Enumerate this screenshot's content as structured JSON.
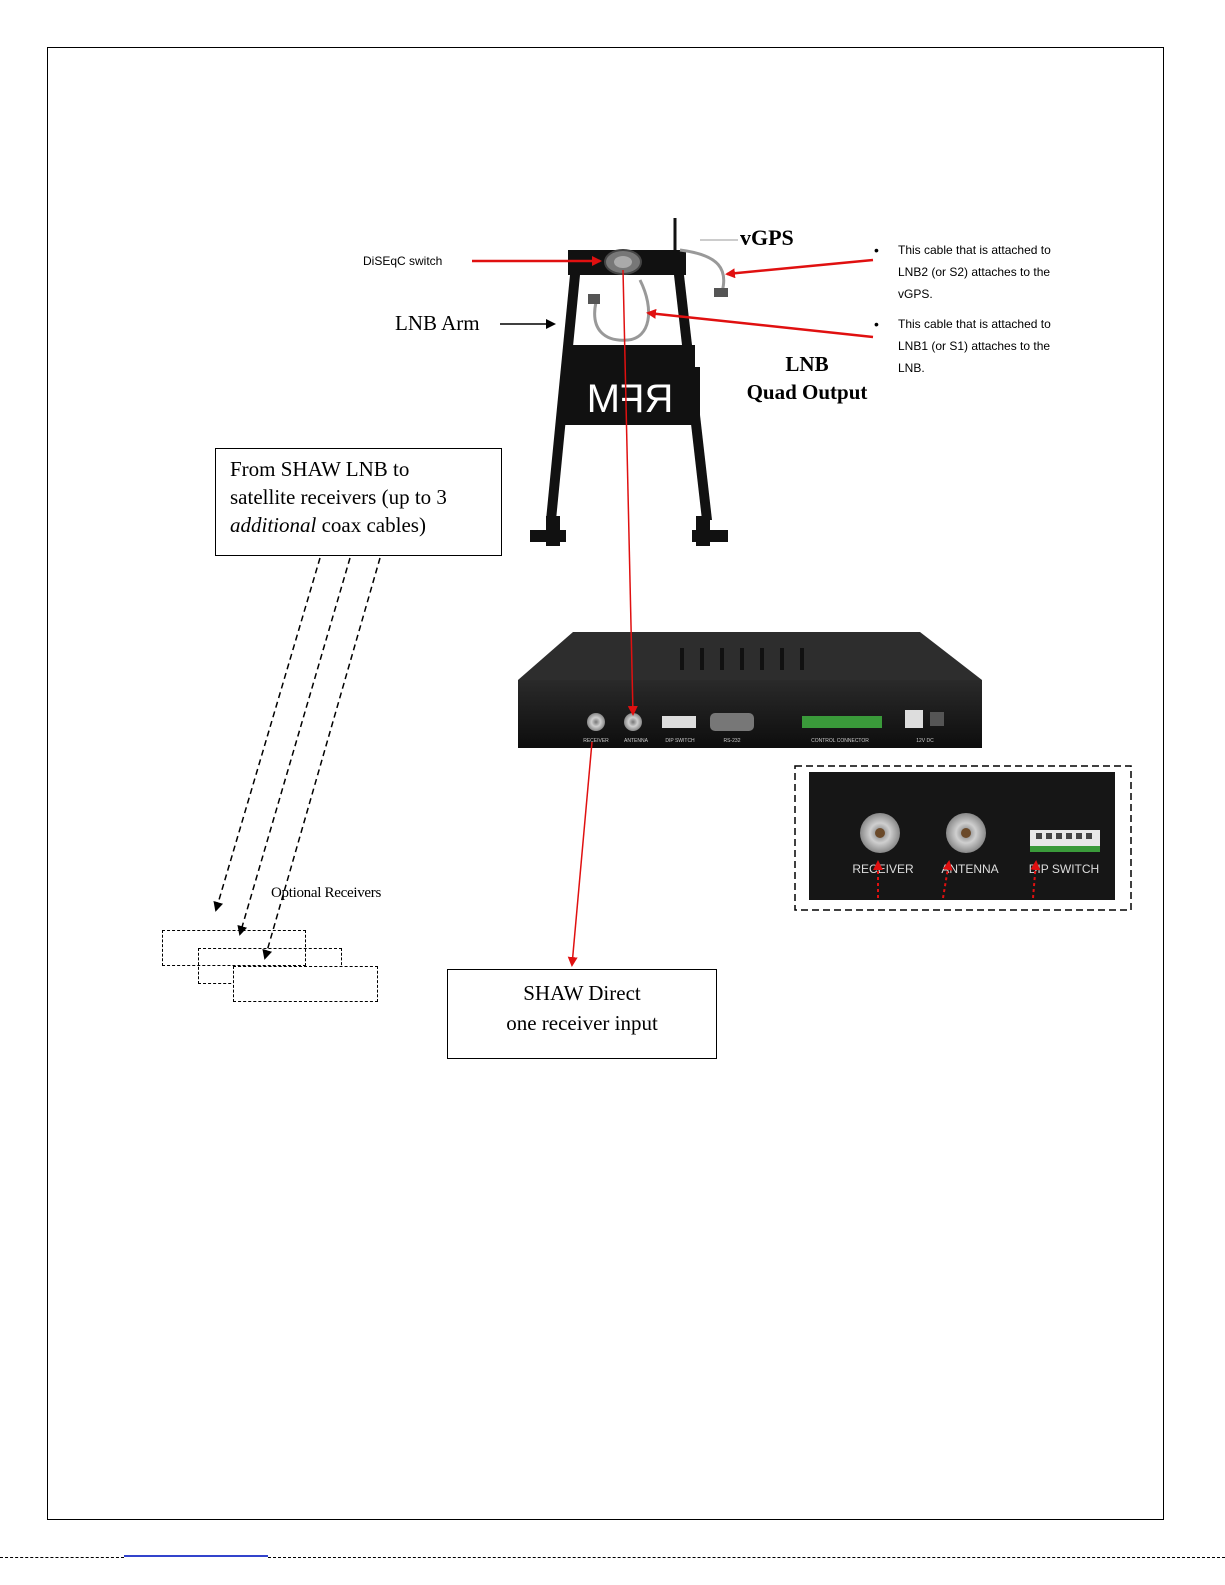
{
  "labels": {
    "vgps": "vGPS",
    "diseqc_switch": "DiSEqC switch",
    "lnb_arm": "LNB Arm",
    "lnb_quad_output_line1": "LNB",
    "lnb_quad_output_line2": "Quad Output",
    "optional_receivers": "Optional Receivers"
  },
  "logo_text": "RFM",
  "notes": [
    {
      "text": "This cable that is attached to LNB2 (or S2) attaches to the vGPS."
    },
    {
      "text": "This cable that is attached to LNB1 (or S1) attaches to the LNB."
    }
  ],
  "shaw_lnb_box": {
    "line1": "From SHAW LNB to",
    "line2": "satellite receivers (up to 3",
    "line3_italic": "additional",
    "line3_rest": " coax cables)"
  },
  "shaw_direct_box": {
    "line1": "SHAW Direct",
    "line2": "one receiver input"
  },
  "device_ports": [
    "RECEIVER",
    "ANTENNA",
    "DIP SWITCH",
    "RS-232",
    "CONTROL CONNECTOR",
    "12V DC"
  ],
  "zoom_ports": [
    "RECEIVER",
    "ANTENNA",
    "DIP SWITCH"
  ],
  "colors": {
    "arrow_red": "#e01010",
    "device_body": "#1a1a1a",
    "connector_green": "#3a9a3a"
  }
}
